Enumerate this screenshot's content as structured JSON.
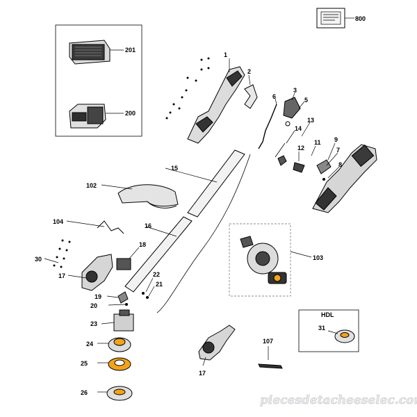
{
  "labels": {
    "p800": "800",
    "p201": "201",
    "p200": "200",
    "p1": "1",
    "p2": "2",
    "p3": "3",
    "p5": "5",
    "p6": "6",
    "p13": "13",
    "p14": "14",
    "p15": "15",
    "p12": "12",
    "p11": "11",
    "p9": "9",
    "p7": "7",
    "p8": "8",
    "p102": "102",
    "p104": "104",
    "p16": "16",
    "p103": "103",
    "p18": "18",
    "p30": "30",
    "p17a": "17",
    "p19": "19",
    "p20": "20",
    "p22": "22",
    "p21": "21",
    "p23": "23",
    "p24": "24",
    "p25": "25",
    "p26": "26",
    "p107": "107",
    "p17b": "17",
    "p31": "31"
  },
  "hdl_title": "HDL",
  "watermark": "piecesdetacheeselec.com",
  "colors": {
    "ink": "#000000",
    "part_fill": "#e6e6e6",
    "dark": "#333333",
    "orange": "#f2a31b"
  }
}
